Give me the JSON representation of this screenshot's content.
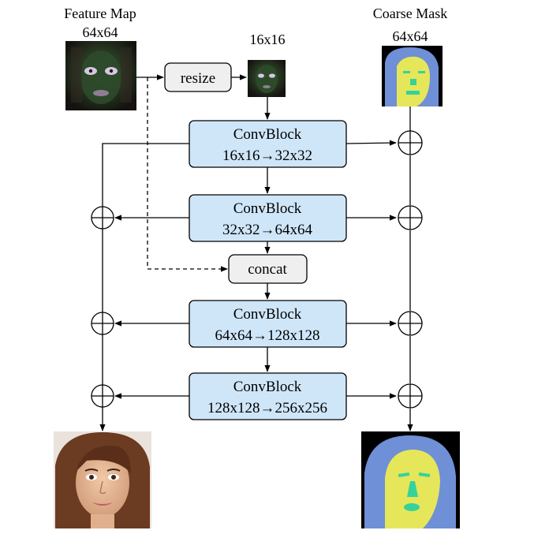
{
  "labels": {
    "feature_map_title": "Feature Map",
    "feature_map_size": "64x64",
    "resized_size": "16x16",
    "coarse_mask_title": "Coarse Mask",
    "coarse_mask_size": "64x64"
  },
  "ops": {
    "resize": "resize",
    "concat": "concat"
  },
  "conv_blocks": [
    {
      "title": "ConvBlock",
      "dims": "16x16→32x32"
    },
    {
      "title": "ConvBlock",
      "dims": "32x32→64x64"
    },
    {
      "title": "ConvBlock",
      "dims": "64x64→128x128"
    },
    {
      "title": "ConvBlock",
      "dims": "128x128→256x256"
    }
  ],
  "colors": {
    "conv_fill": "#cfe6f9",
    "op_fill": "#efefef",
    "mask_background": "#000000",
    "mask_hair": "#6f8fd6",
    "mask_skin": "#e6e65a",
    "mask_features": "#35d39a"
  }
}
